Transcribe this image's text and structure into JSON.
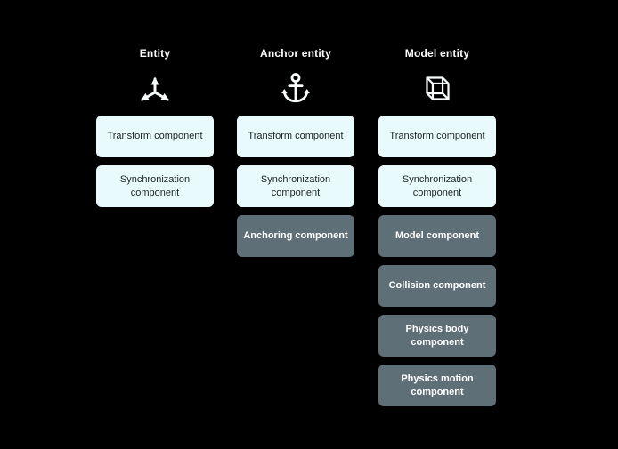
{
  "colors": {
    "background": "#000000",
    "title_text": "#ffffff",
    "icon": "#f7fbfc",
    "light_box_bg": "#e9fafd",
    "light_box_text": "#1a2327",
    "gray_box_bg": "#5f6f78",
    "gray_box_text": "#ffffff"
  },
  "columns": [
    {
      "title": "Entity",
      "icon": "axes-icon",
      "components": [
        {
          "label": "Transform component",
          "variant": "light"
        },
        {
          "label": "Synchronization component",
          "variant": "light"
        }
      ]
    },
    {
      "title": "Anchor entity",
      "icon": "anchor-icon",
      "components": [
        {
          "label": "Transform component",
          "variant": "light"
        },
        {
          "label": "Synchronization component",
          "variant": "light"
        },
        {
          "label": "Anchoring component",
          "variant": "gray"
        }
      ]
    },
    {
      "title": "Model entity",
      "icon": "cube-icon",
      "components": [
        {
          "label": "Transform component",
          "variant": "light"
        },
        {
          "label": "Synchronization component",
          "variant": "light"
        },
        {
          "label": "Model component",
          "variant": "gray"
        },
        {
          "label": "Collision component",
          "variant": "gray"
        },
        {
          "label": "Physics body component",
          "variant": "gray"
        },
        {
          "label": "Physics motion component",
          "variant": "gray"
        }
      ]
    }
  ]
}
